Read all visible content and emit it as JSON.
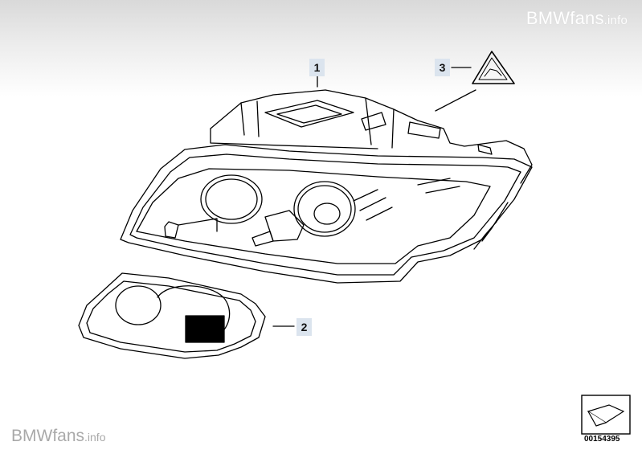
{
  "watermark": {
    "brand": "BMWfans",
    "suffix": ".info"
  },
  "callouts": {
    "part1": "1",
    "part2": "2",
    "part3": "3"
  },
  "doc_number": "00154395",
  "icons": {
    "nav": "folded-arrow-icon",
    "warning": "warning-triangle-icon"
  }
}
